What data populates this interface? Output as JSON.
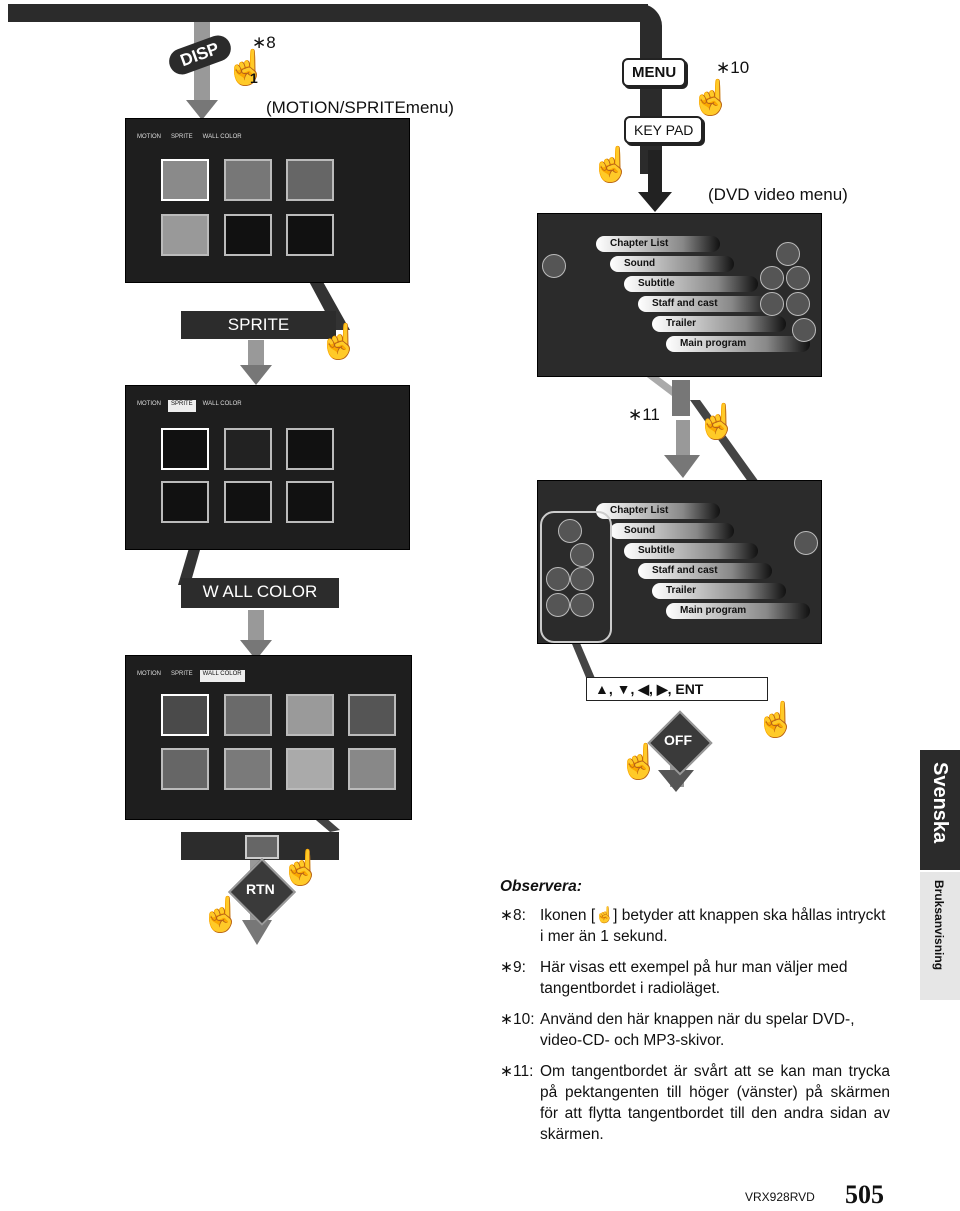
{
  "left_flow": {
    "disp_button": "DISP",
    "disp_note_ref": "∗8",
    "hold_digit": "1",
    "motion_caption": "(MOTION/SPRITEmenu)",
    "sprite_button": "SPRITE",
    "wall_color_button": "W ALL COLOR",
    "rtn_button": "RTN"
  },
  "right_flow": {
    "menu_button": "MENU",
    "menu_note_ref": "∗10",
    "keypad_button": "KEY PAD",
    "dvd_caption": "(DVD video menu)",
    "keypad_note_ref": "∗11",
    "off_button": "OFF",
    "cursor_keys_label": "▲, ▼, ◀, ▶, ENT"
  },
  "dvd_menu_items": [
    "Chapter List",
    "Sound",
    "Subtitle",
    "Staff and cast",
    "Trailer",
    "Main program"
  ],
  "notes": {
    "heading": "Observera:",
    "items": [
      {
        "num": "∗8:",
        "text_a": "Ikonen [",
        "text_b": "] betyder att knappen ska hållas intryckt i mer än 1 sekund."
      },
      {
        "num": "∗9:",
        "text": "Här visas ett exempel på hur man väljer med tangentbordet i radioläget."
      },
      {
        "num": "∗10:",
        "text": "Använd den här knappen när du spelar DVD-, video-CD- och MP3-skivor."
      },
      {
        "num": "∗11:",
        "text": "Om tangentbordet är svårt att se kan man trycka på pektangenten till höger (vänster) på skärmen för att flytta tangentbordet till den andra sidan av skärmen."
      }
    ]
  },
  "side_tab": {
    "language": "Svenska",
    "manual": "Bruksanvisning"
  },
  "footer": {
    "model": "VRX928RVD",
    "page": "505"
  }
}
